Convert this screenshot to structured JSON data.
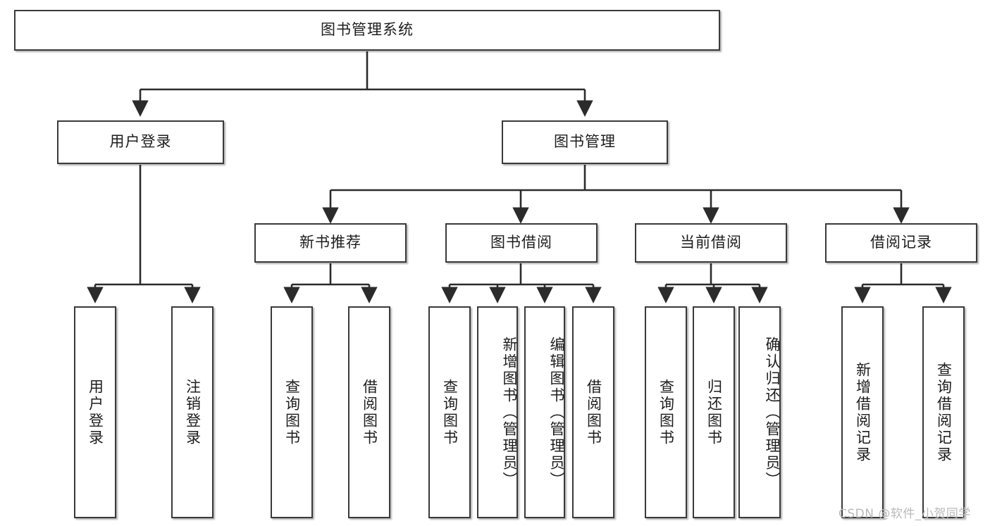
{
  "diagram": {
    "type": "tree-hierarchy",
    "title": "图书管理系统",
    "colors": {
      "background": "#ffffff",
      "node_border": "#3a3a3a",
      "node_fill": "#ffffff",
      "connector": "#2b2b2b",
      "text": "#1d1d1d",
      "watermark": "#b9b9b9"
    },
    "root": {
      "label": "图书管理系统"
    },
    "level2": [
      {
        "label": "用户登录"
      },
      {
        "label": "图书管理"
      }
    ],
    "level3": [
      {
        "label": "新书推荐"
      },
      {
        "label": "图书借阅"
      },
      {
        "label": "当前借阅"
      },
      {
        "label": "借阅记录"
      }
    ],
    "leaves": {
      "user_login": [
        {
          "label": "用户登录"
        },
        {
          "label": "注销登录"
        }
      ],
      "new_book": [
        {
          "label": "查询图书"
        },
        {
          "label": "借阅图书"
        }
      ],
      "book_borrow": [
        {
          "label": "查询图书"
        },
        {
          "label": "新增图书（管理员）"
        },
        {
          "label": "编辑图书（管理员）"
        },
        {
          "label": "借阅图书"
        }
      ],
      "current_borrow": [
        {
          "label": "查询图书"
        },
        {
          "label": "归还图书"
        },
        {
          "label": "确认归还（管理员）"
        }
      ],
      "borrow_record": [
        {
          "label": "新增借阅记录"
        },
        {
          "label": "查询借阅记录"
        }
      ]
    }
  },
  "watermark": {
    "text": "CSDN @软件_小贺同学"
  }
}
